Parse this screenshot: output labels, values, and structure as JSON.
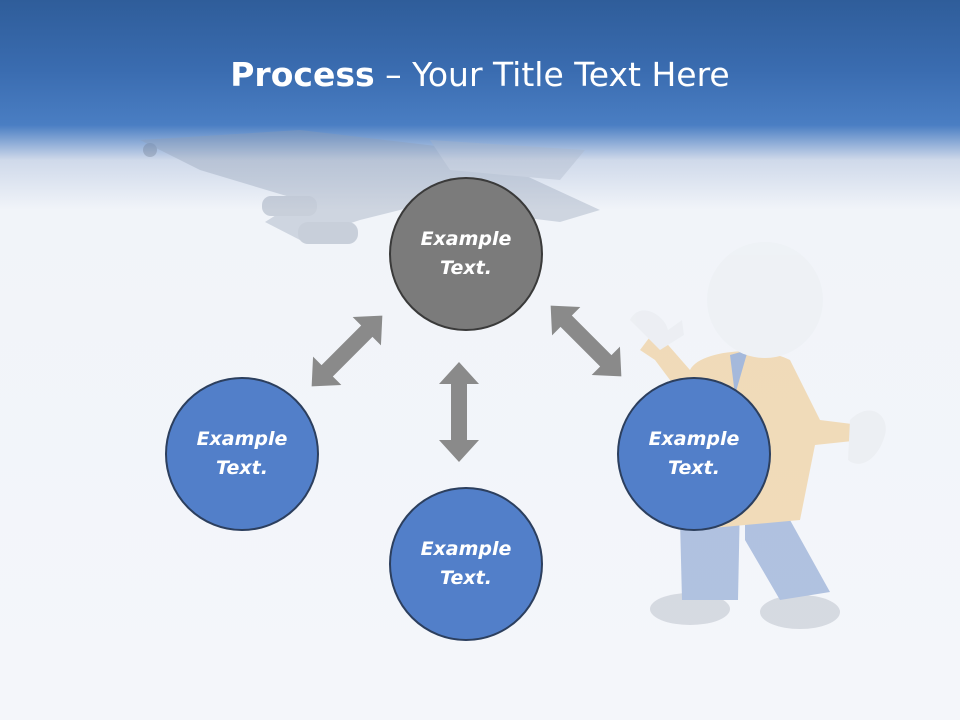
{
  "slide": {
    "title_bold": "Process",
    "title_separator": " – ",
    "title_rest": "Your Title Text Here"
  },
  "nodes": {
    "top": {
      "label": "Example Text.",
      "color": "#7b7b7b"
    },
    "left": {
      "label": "Example Text.",
      "color": "#527fc9"
    },
    "bottom": {
      "label": "Example Text.",
      "color": "#527fc9"
    },
    "right": {
      "label": "Example Text.",
      "color": "#527fc9"
    }
  },
  "colors": {
    "header": "#3a6cb0",
    "arrow": "#8a8a8a",
    "figure_shirt": "#f0c27a",
    "figure_pants": "#5b7fbf"
  },
  "icons": [
    "airplane-illustration",
    "3d-person-illustration",
    "double-arrow-icon"
  ]
}
